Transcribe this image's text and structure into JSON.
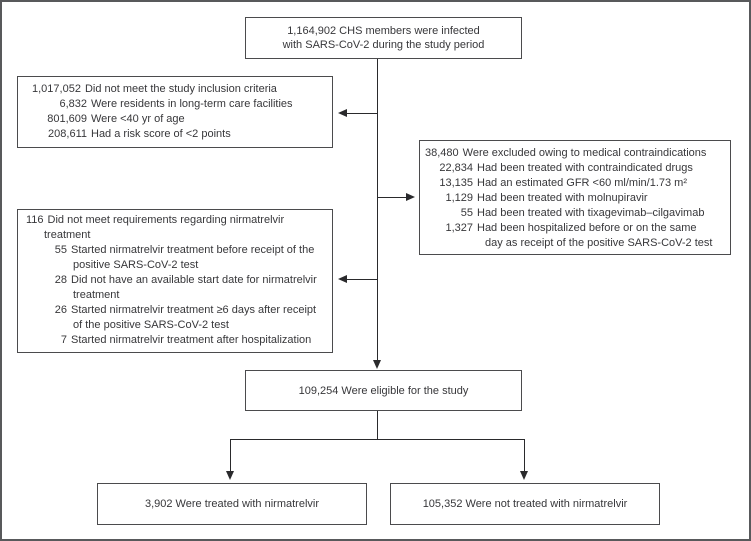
{
  "figure": {
    "top_box": {
      "lines": [
        "1,164,902 CHS members were infected",
        "with SARS-CoV-2 during the study period"
      ]
    },
    "inclusion_box": {
      "rows": [
        {
          "n": "1,017,052",
          "t": "Did not meet the study inclusion criteria"
        },
        {
          "n": "6,832",
          "t": "Were residents in long-term care facilities"
        },
        {
          "n": "801,609",
          "t": "Were <40 yr of age"
        },
        {
          "n": "208,611",
          "t": "Had a risk score of <2 points"
        }
      ]
    },
    "contraindications_box": {
      "rows": [
        {
          "n": "38,480",
          "t": "Were excluded owing to medical contraindications"
        },
        {
          "n": "22,834",
          "t": "Had been treated with contraindicated drugs"
        },
        {
          "n": "13,135",
          "t": "Had an estimated GFR <60 ml/min/1.73 m²"
        },
        {
          "n": "1,129",
          "t": "Had been treated with molnupiravir"
        },
        {
          "n": "55",
          "t": "Had been treated with tixagevimab–cilgavimab"
        },
        {
          "n": "1,327",
          "t": "Had been hospitalized before or on the same"
        },
        {
          "n": "",
          "t": "day as receipt of the positive SARS-CoV-2 test"
        }
      ]
    },
    "nirmatrelvir_requirements_box": {
      "rows": [
        {
          "n": "116",
          "t": "Did not meet requirements regarding nirmatrelvir"
        },
        {
          "n": "",
          "t": "treatment"
        },
        {
          "n": "55",
          "t": "Started nirmatrelvir treatment before receipt of the"
        },
        {
          "n": "",
          "t": "positive SARS-CoV-2 test"
        },
        {
          "n": "28",
          "t": "Did not have an available start date for nirmatrelvir"
        },
        {
          "n": "",
          "t": "treatment"
        },
        {
          "n": "26",
          "t": "Started nirmatrelvir treatment ≥6 days after receipt"
        },
        {
          "n": "",
          "t": "of the positive SARS-CoV-2 test"
        },
        {
          "n": "7",
          "t": "Started nirmatrelvir treatment after hospitalization"
        }
      ]
    },
    "eligible_box": {
      "text": "109,254 Were eligible for the study"
    },
    "treated_box": {
      "text": "3,902 Were treated with nirmatrelvir"
    },
    "not_treated_box": {
      "text": "105,352 Were not treated with nirmatrelvir"
    }
  },
  "colors": {
    "frame_border": "#58595b",
    "box_border": "#4b4b4d",
    "line": "#2a2a2c",
    "text": "#37373a",
    "background": "#ffffff"
  }
}
